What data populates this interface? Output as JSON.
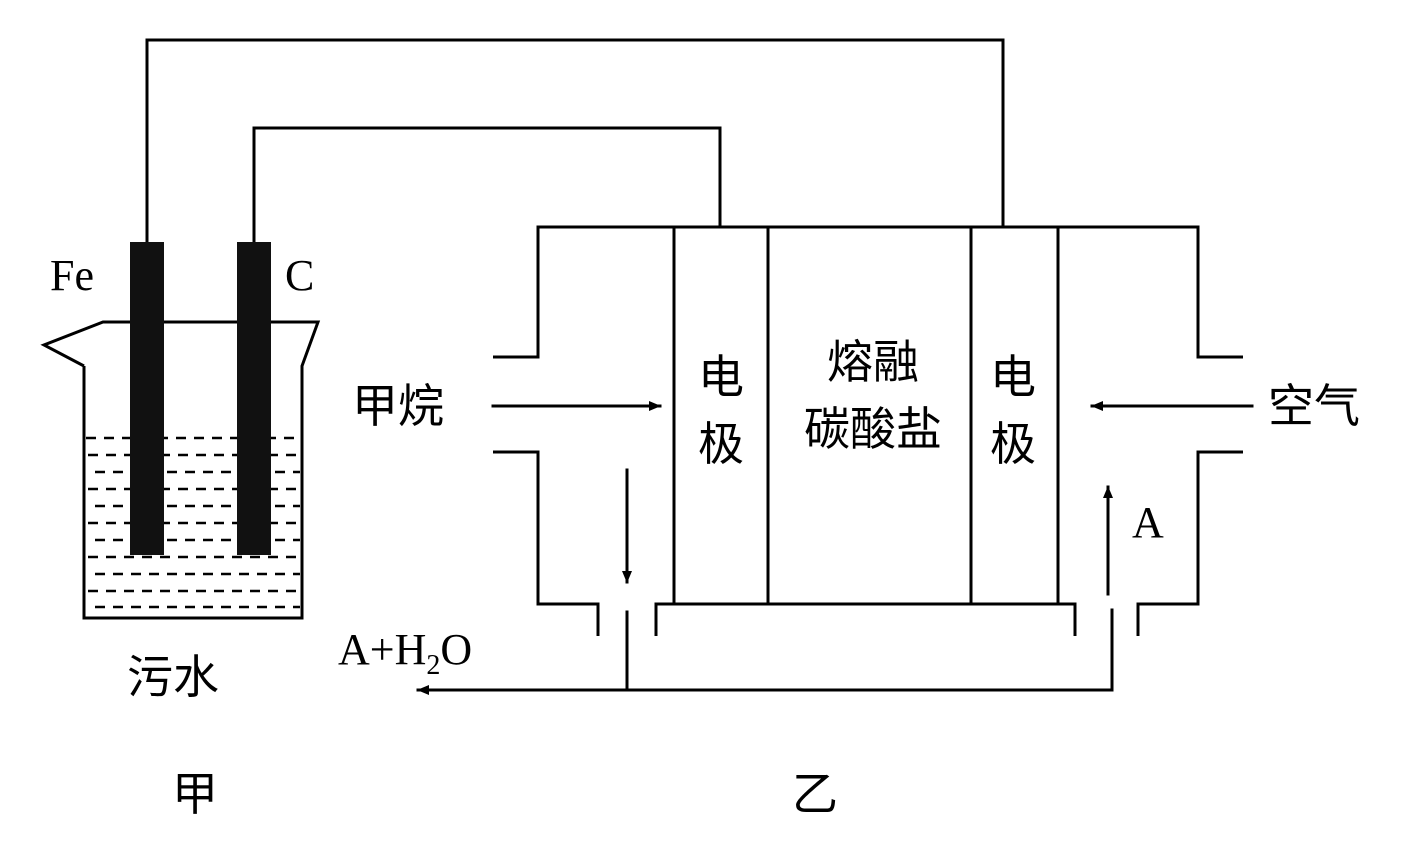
{
  "beaker": {
    "electrode_left": "Fe",
    "electrode_right": "C",
    "solution": "污水",
    "caption": "甲"
  },
  "cell": {
    "fuel_in": "甲烷",
    "air_in": "空气",
    "electrode_left": [
      "电",
      "极"
    ],
    "electrolyte": [
      "熔融",
      "碳酸盐"
    ],
    "electrode_right": [
      "电",
      "极"
    ],
    "recycle_label": "A",
    "exhaust_label": {
      "main": "A+H",
      "sub": "2",
      "tail": "O"
    },
    "caption": "乙"
  }
}
